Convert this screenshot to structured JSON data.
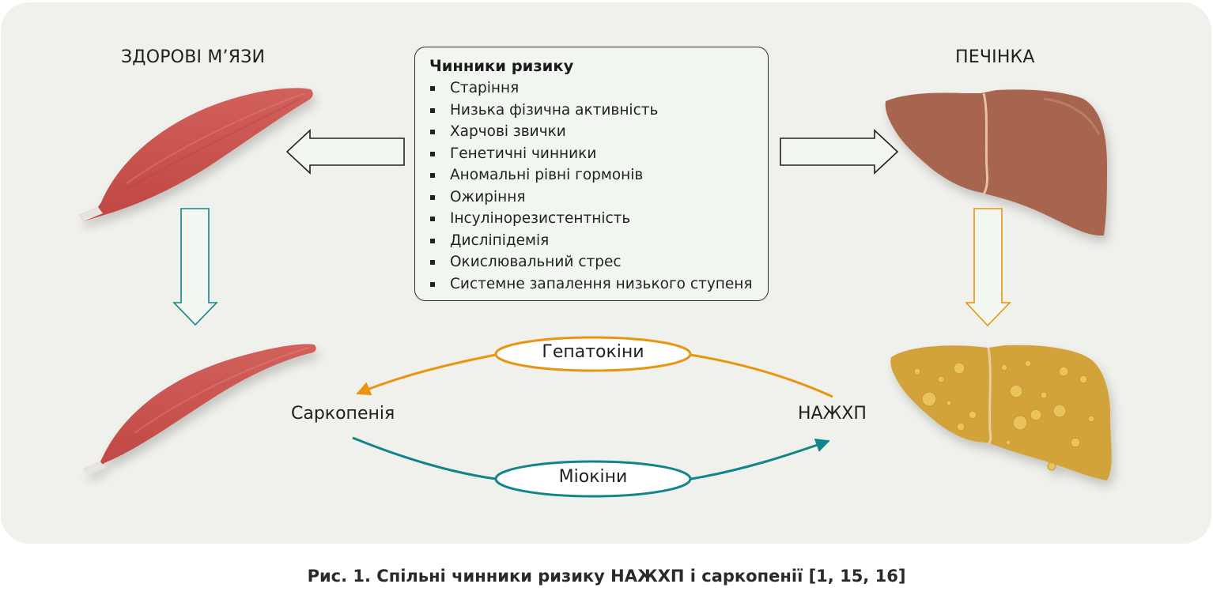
{
  "labels": {
    "healthy_muscles": "ЗДОРОВІ М’ЯЗИ",
    "liver": "ПЕЧІНКА",
    "sarcopenia": "Саркопенія",
    "nafld": "НАЖХП",
    "hepatokines": "Гепатокіни",
    "myokines": "Міокіни"
  },
  "risk_factors": {
    "title": "Чинники ризику",
    "items": [
      "Старіння",
      "Низька фізична активність",
      "Харчові звички",
      "Генетичні чинники",
      "Аномальні рівні гормонів",
      "Ожиріння",
      "Інсулінорезистентність",
      "Дисліпідемія",
      "Окислювальний стрес",
      "Системне запалення низького ступеня"
    ]
  },
  "caption": "Рис. 1. Спільні чинники ризику НАЖХП і саркопенії [1, 15, 16]",
  "colors": {
    "panel_bg": "#f0f0ec",
    "box_bg": "#f1f6f1",
    "orange": "#e8950f",
    "teal": "#11858c",
    "muscle": "#c9504c",
    "liver_healthy": "#a5634f",
    "liver_fatty": "#d4a43a"
  }
}
